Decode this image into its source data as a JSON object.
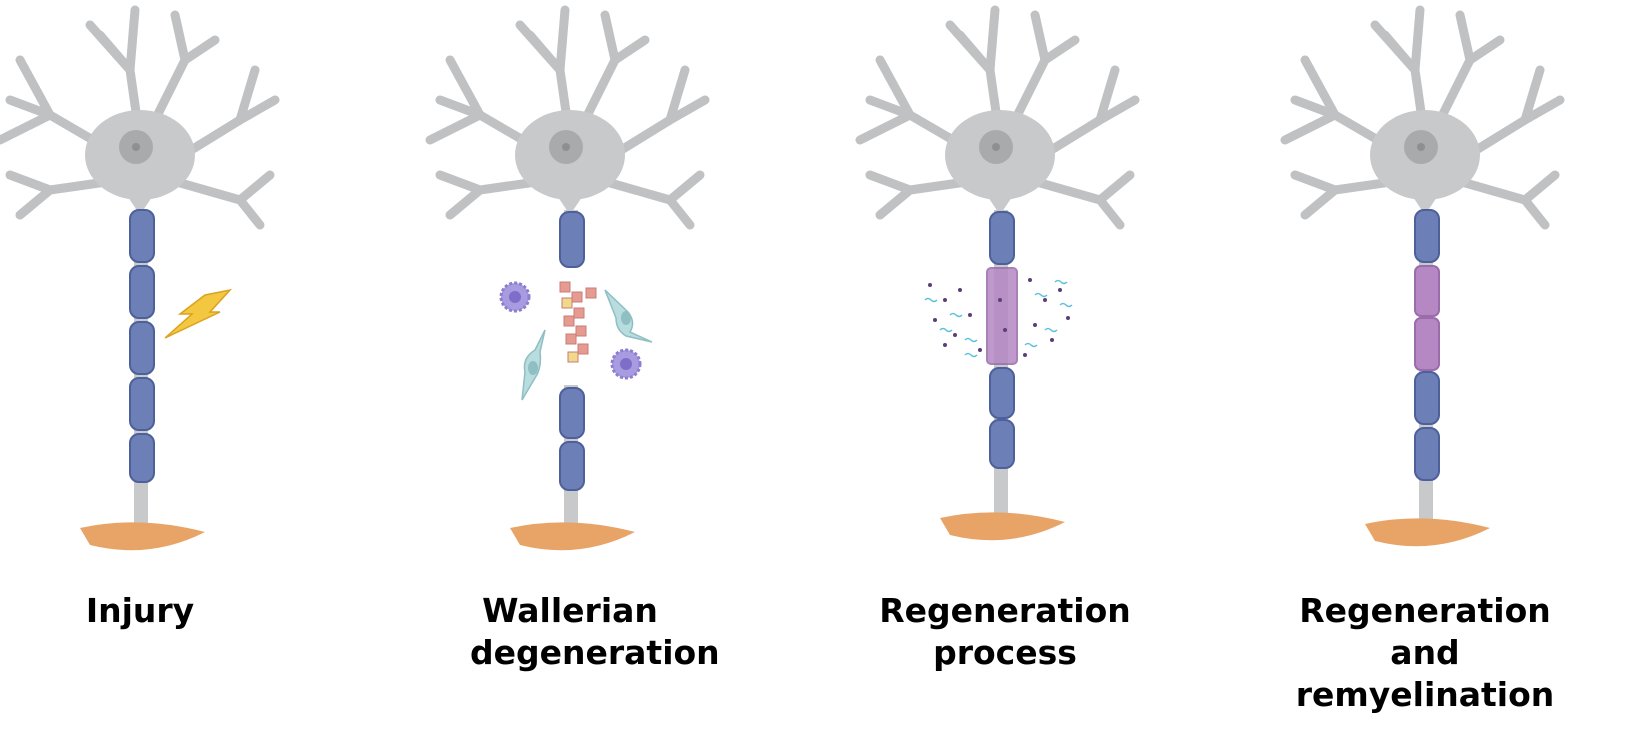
{
  "stages": [
    {
      "key": "injury",
      "label": "Injury"
    },
    {
      "key": "wallerian",
      "label": "Wallerian degeneration"
    },
    {
      "key": "regeneration",
      "label": "Regeneration process"
    },
    {
      "key": "remyelination",
      "label": "Regeneration and remyelination"
    }
  ],
  "colors": {
    "soma": "#c8c9cb",
    "soma_outline": "#b9bbbd",
    "nucleus": "#a9aaac",
    "myelin": "#6c7fb6",
    "myelin_outline": "#4e609a",
    "new_myelin": "#b588c4",
    "terminal": "#e8a467",
    "bolt": "#f3c73f",
    "debris": "#e59b92",
    "macrophage": "#a99be0",
    "schwann": "#b9dcdf"
  }
}
